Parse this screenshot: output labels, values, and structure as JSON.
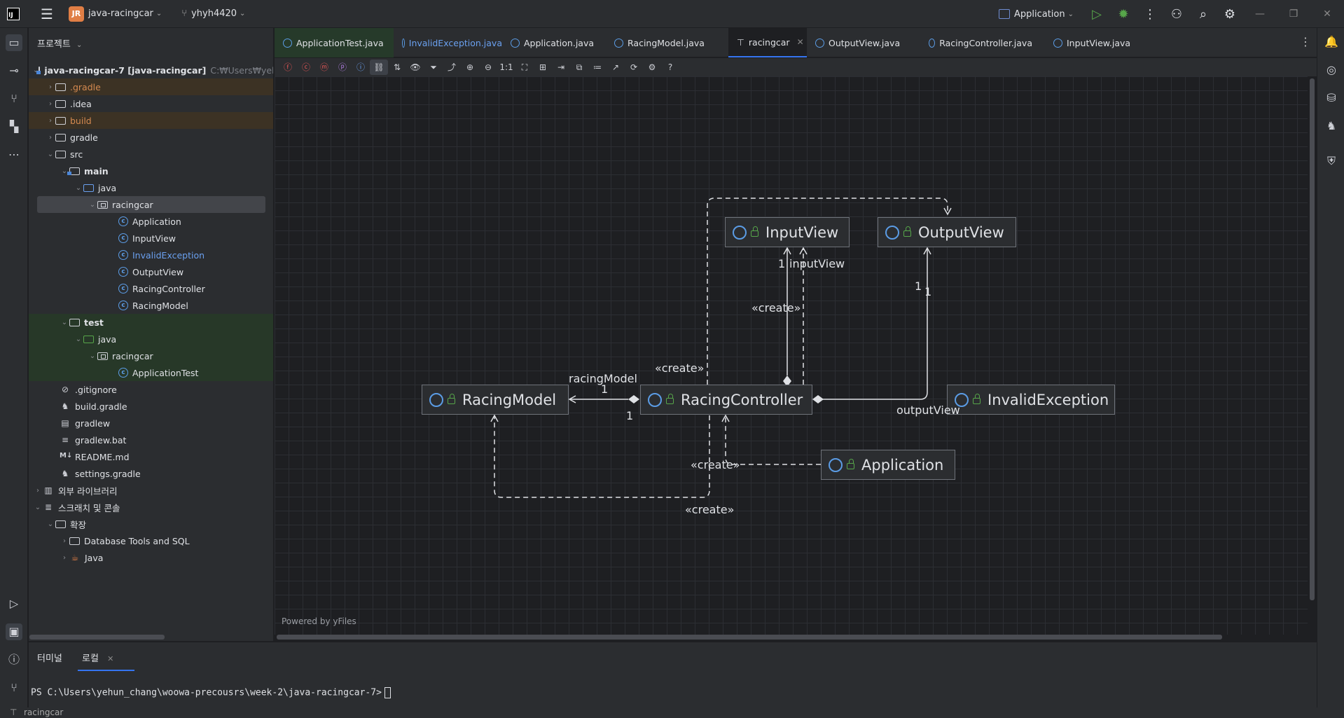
{
  "titlebar": {
    "project_initials": "JR",
    "project_name": "java-racingcar",
    "branch": "yhyh4420",
    "run_config": "Application"
  },
  "project_panel": {
    "header": "프로젝트",
    "root_name": "java-racingcar-7 [java-racingcar]",
    "root_path": "C:₩Users₩yehun_chang₩",
    "items": [
      {
        "label": ".gradle"
      },
      {
        "label": ".idea"
      },
      {
        "label": "build"
      },
      {
        "label": "gradle"
      },
      {
        "label": "src"
      },
      {
        "label": "main"
      },
      {
        "label": "java"
      },
      {
        "label": "racingcar"
      },
      {
        "label": "Application"
      },
      {
        "label": "InputView"
      },
      {
        "label": "InvalidException"
      },
      {
        "label": "OutputView"
      },
      {
        "label": "RacingController"
      },
      {
        "label": "RacingModel"
      },
      {
        "label": "test"
      },
      {
        "label": "java"
      },
      {
        "label": "racingcar"
      },
      {
        "label": "ApplicationTest"
      },
      {
        "label": ".gitignore"
      },
      {
        "label": "build.gradle"
      },
      {
        "label": "gradlew"
      },
      {
        "label": "gradlew.bat"
      },
      {
        "label": "README.md"
      },
      {
        "label": "settings.gradle"
      },
      {
        "label": "외부 라이브러리"
      },
      {
        "label": "스크래치 및 콘솔"
      },
      {
        "label": "확장"
      },
      {
        "label": "Database Tools and SQL"
      },
      {
        "label": "Java"
      }
    ]
  },
  "tabs": [
    {
      "label": "ApplicationTest.java"
    },
    {
      "label": "InvalidException.java"
    },
    {
      "label": "Application.java"
    },
    {
      "label": "RacingModel.java"
    },
    {
      "label": "racingcar"
    },
    {
      "label": "OutputView.java"
    },
    {
      "label": "RacingController.java"
    },
    {
      "label": "InputView.java"
    }
  ],
  "diagram_toolbar": {
    "one_to_one": "1:1"
  },
  "diagram": {
    "nodes": {
      "inputview": "InputView",
      "outputview": "OutputView",
      "racingmodel": "RacingModel",
      "racingcontroller": "RacingController",
      "invalidexception": "InvalidException",
      "application": "Application"
    },
    "labels": {
      "mult_input": "1",
      "role_input": "inputView",
      "create_input": "«create»",
      "mult_output_a": "1",
      "mult_output_b": "1",
      "role_output": "outputView",
      "role_model": "racingModel",
      "mult_model_a": "1",
      "mult_model_b": "1",
      "create_output": "«create»",
      "create_app": "«create»",
      "create_model": "«create»"
    },
    "powered_by": "Powered by yFiles"
  },
  "bottom_panel": {
    "tab_terminal": "터미널",
    "tab_local": "로컬",
    "prompt": "PS C:\\Users\\yehun_chang\\woowa-precousrs\\week-2\\java-racingcar-7>"
  },
  "statusbar": {
    "breadcrumb": "racingcar"
  }
}
